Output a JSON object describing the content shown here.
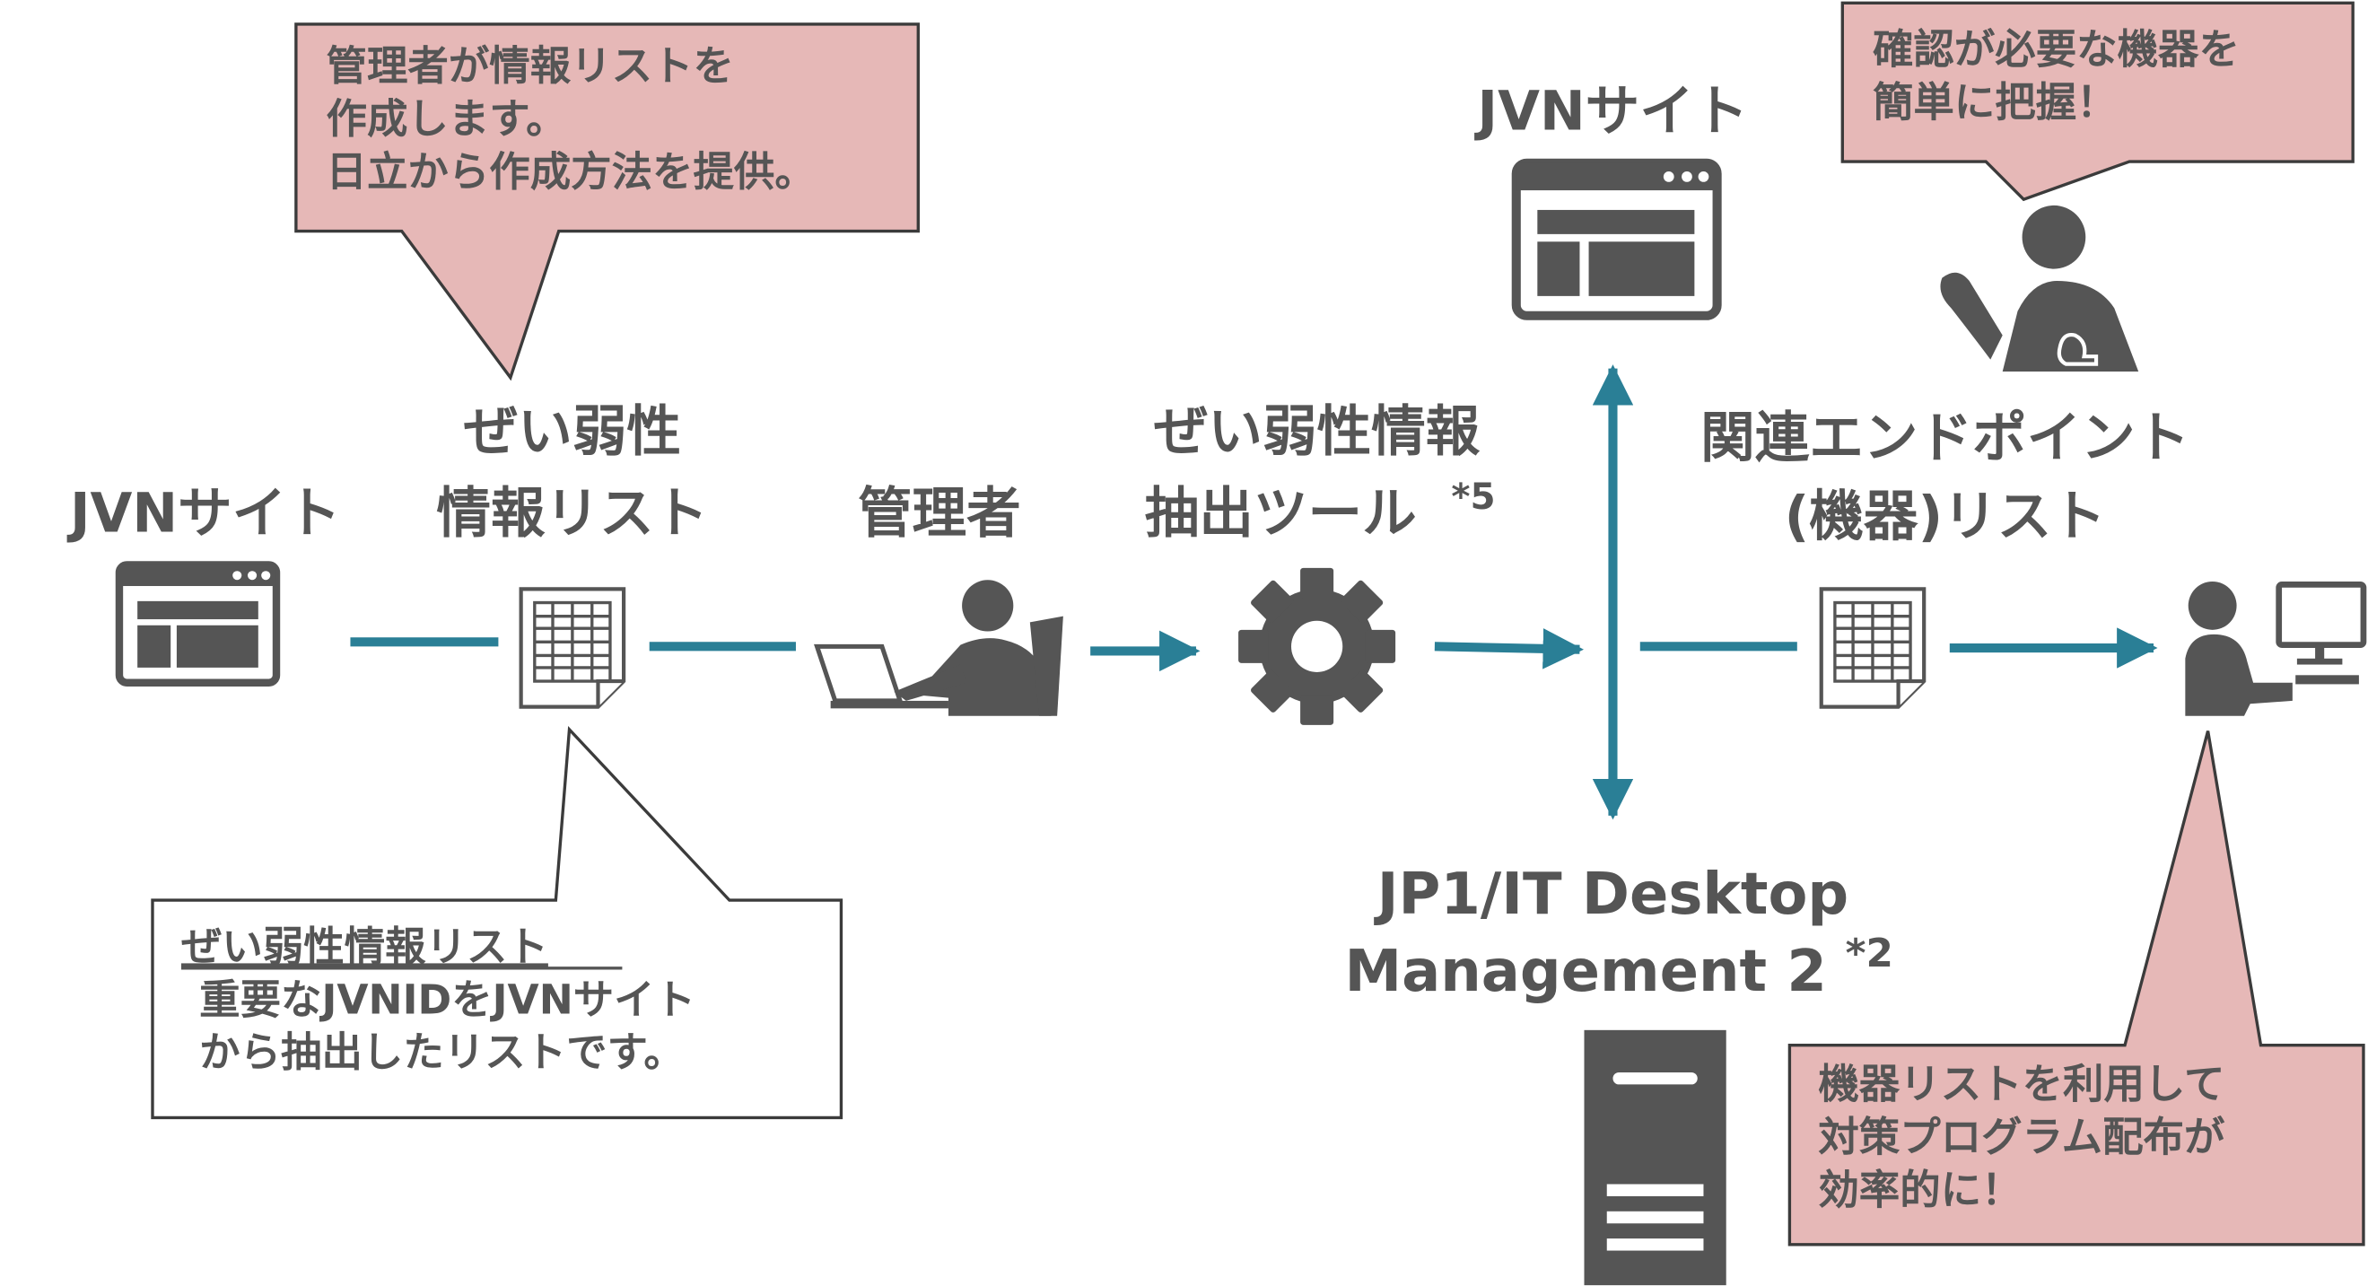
{
  "colors": {
    "icon_gray": "#555555",
    "arrow_teal": "#2a7f96",
    "callout_pink": "#e6b8b7",
    "callout_border": "#3b3b3b"
  },
  "nodes": {
    "jvn_site_left": "JVNサイト",
    "vuln_list": [
      "ぜい弱性",
      "情報リスト"
    ],
    "admin": "管理者",
    "extract_tool": [
      "ぜい弱性情報",
      "抽出ツール"
    ],
    "extract_tool_note": "*5",
    "jvn_site_top": "JVNサイト",
    "endpoint_list": [
      "関連エンドポイント",
      "(機器)リスト"
    ],
    "jp1_name": [
      "JP1/IT Desktop",
      "Management 2"
    ],
    "jp1_note": "*2"
  },
  "callouts": {
    "admin_creates": [
      "管理者が情報リストを",
      "作成します。",
      "日立から作成方法を提供。"
    ],
    "list_title": "ぜい弱性情報リスト",
    "list_desc": [
      "重要なJVNIDをJVNサイト",
      "から抽出したリストです。"
    ],
    "easy_grasp": [
      "確認が必要な機器を",
      "簡単に把握！"
    ],
    "efficient": [
      "機器リストを利用して",
      "対策プログラム配布が",
      "効率的に！"
    ]
  },
  "icons": [
    "browser-window-icon",
    "spreadsheet-document-icon",
    "person-laptop-icon",
    "gear-icon",
    "thinking-person-icon",
    "person-computer-icon",
    "server-tower-icon"
  ]
}
